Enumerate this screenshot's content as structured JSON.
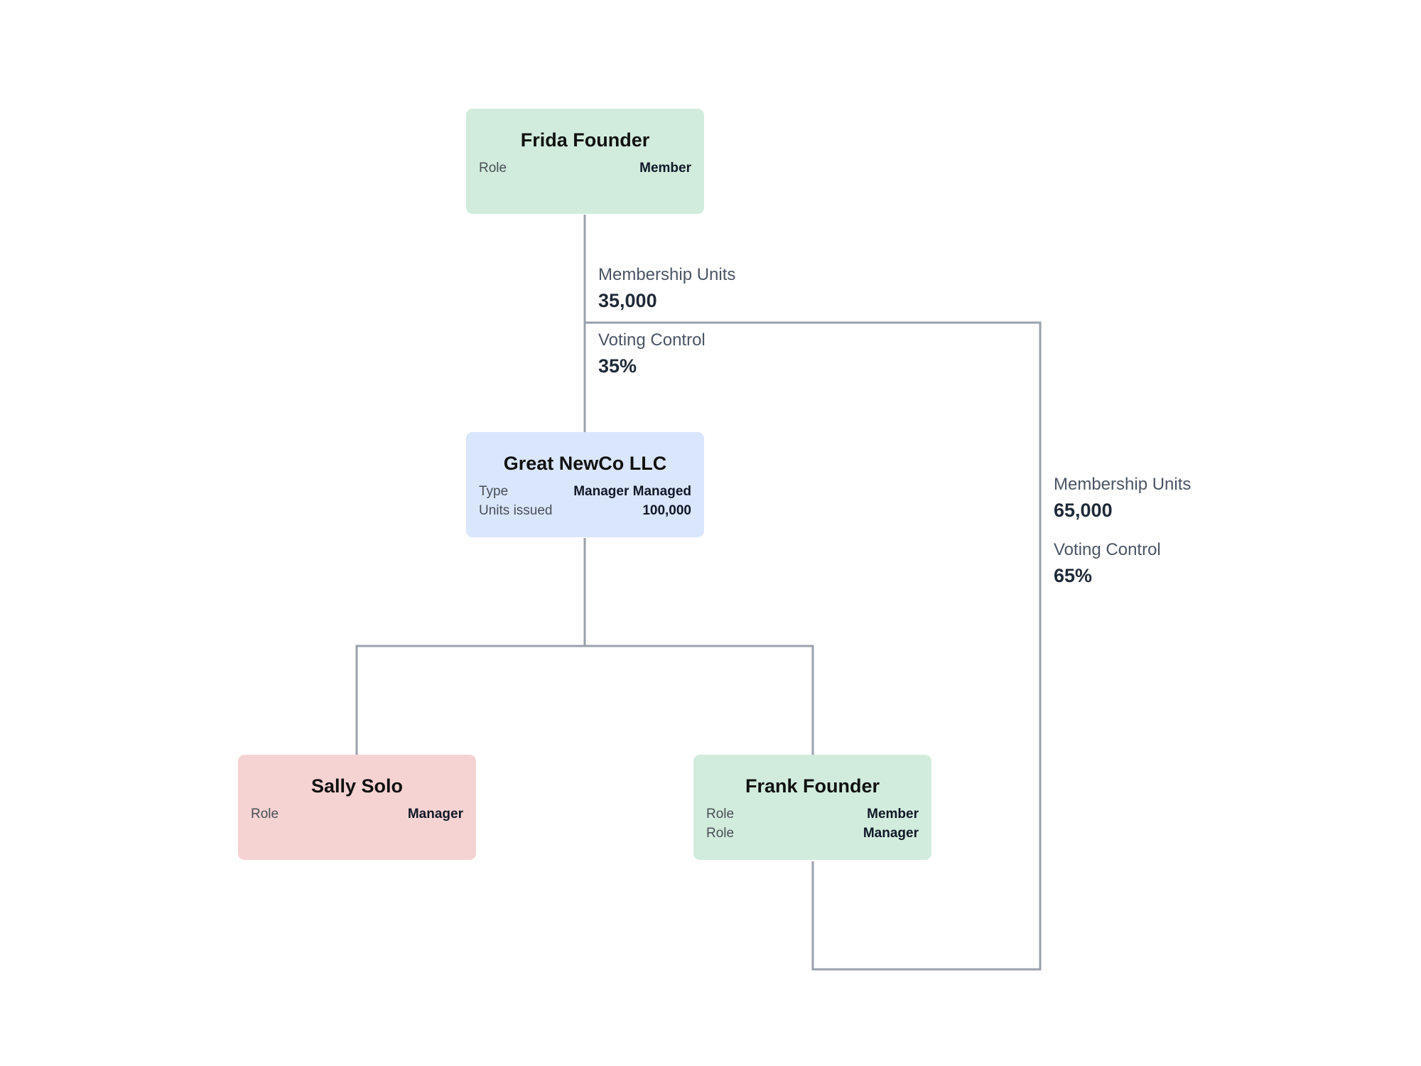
{
  "nodes": {
    "frida": {
      "name": "Frida Founder",
      "rows": [
        {
          "label": "Role",
          "value": "Member"
        }
      ]
    },
    "newco": {
      "name": "Great NewCo LLC",
      "rows": [
        {
          "label": "Type",
          "value": "Manager Managed"
        },
        {
          "label": "Units issued",
          "value": "100,000"
        }
      ]
    },
    "sally": {
      "name": "Sally Solo",
      "rows": [
        {
          "label": "Role",
          "value": "Manager"
        }
      ]
    },
    "frank": {
      "name": "Frank Founder",
      "rows": [
        {
          "label": "Role",
          "value": "Member"
        },
        {
          "label": "Role",
          "value": "Manager"
        }
      ]
    }
  },
  "edges": {
    "frida_to_newco": {
      "units_label": "Membership Units",
      "units_value": "35,000",
      "voting_label": "Voting Control",
      "voting_value": "35%"
    },
    "frank_to_newco": {
      "units_label": "Membership Units",
      "units_value": "65,000",
      "voting_label": "Voting Control",
      "voting_value": "65%"
    }
  },
  "colors": {
    "member_node": "#d1ecdd",
    "entity_node": "#dae6fc",
    "manager_node": "#f6d3d3",
    "connector": "#9aa1ab"
  }
}
